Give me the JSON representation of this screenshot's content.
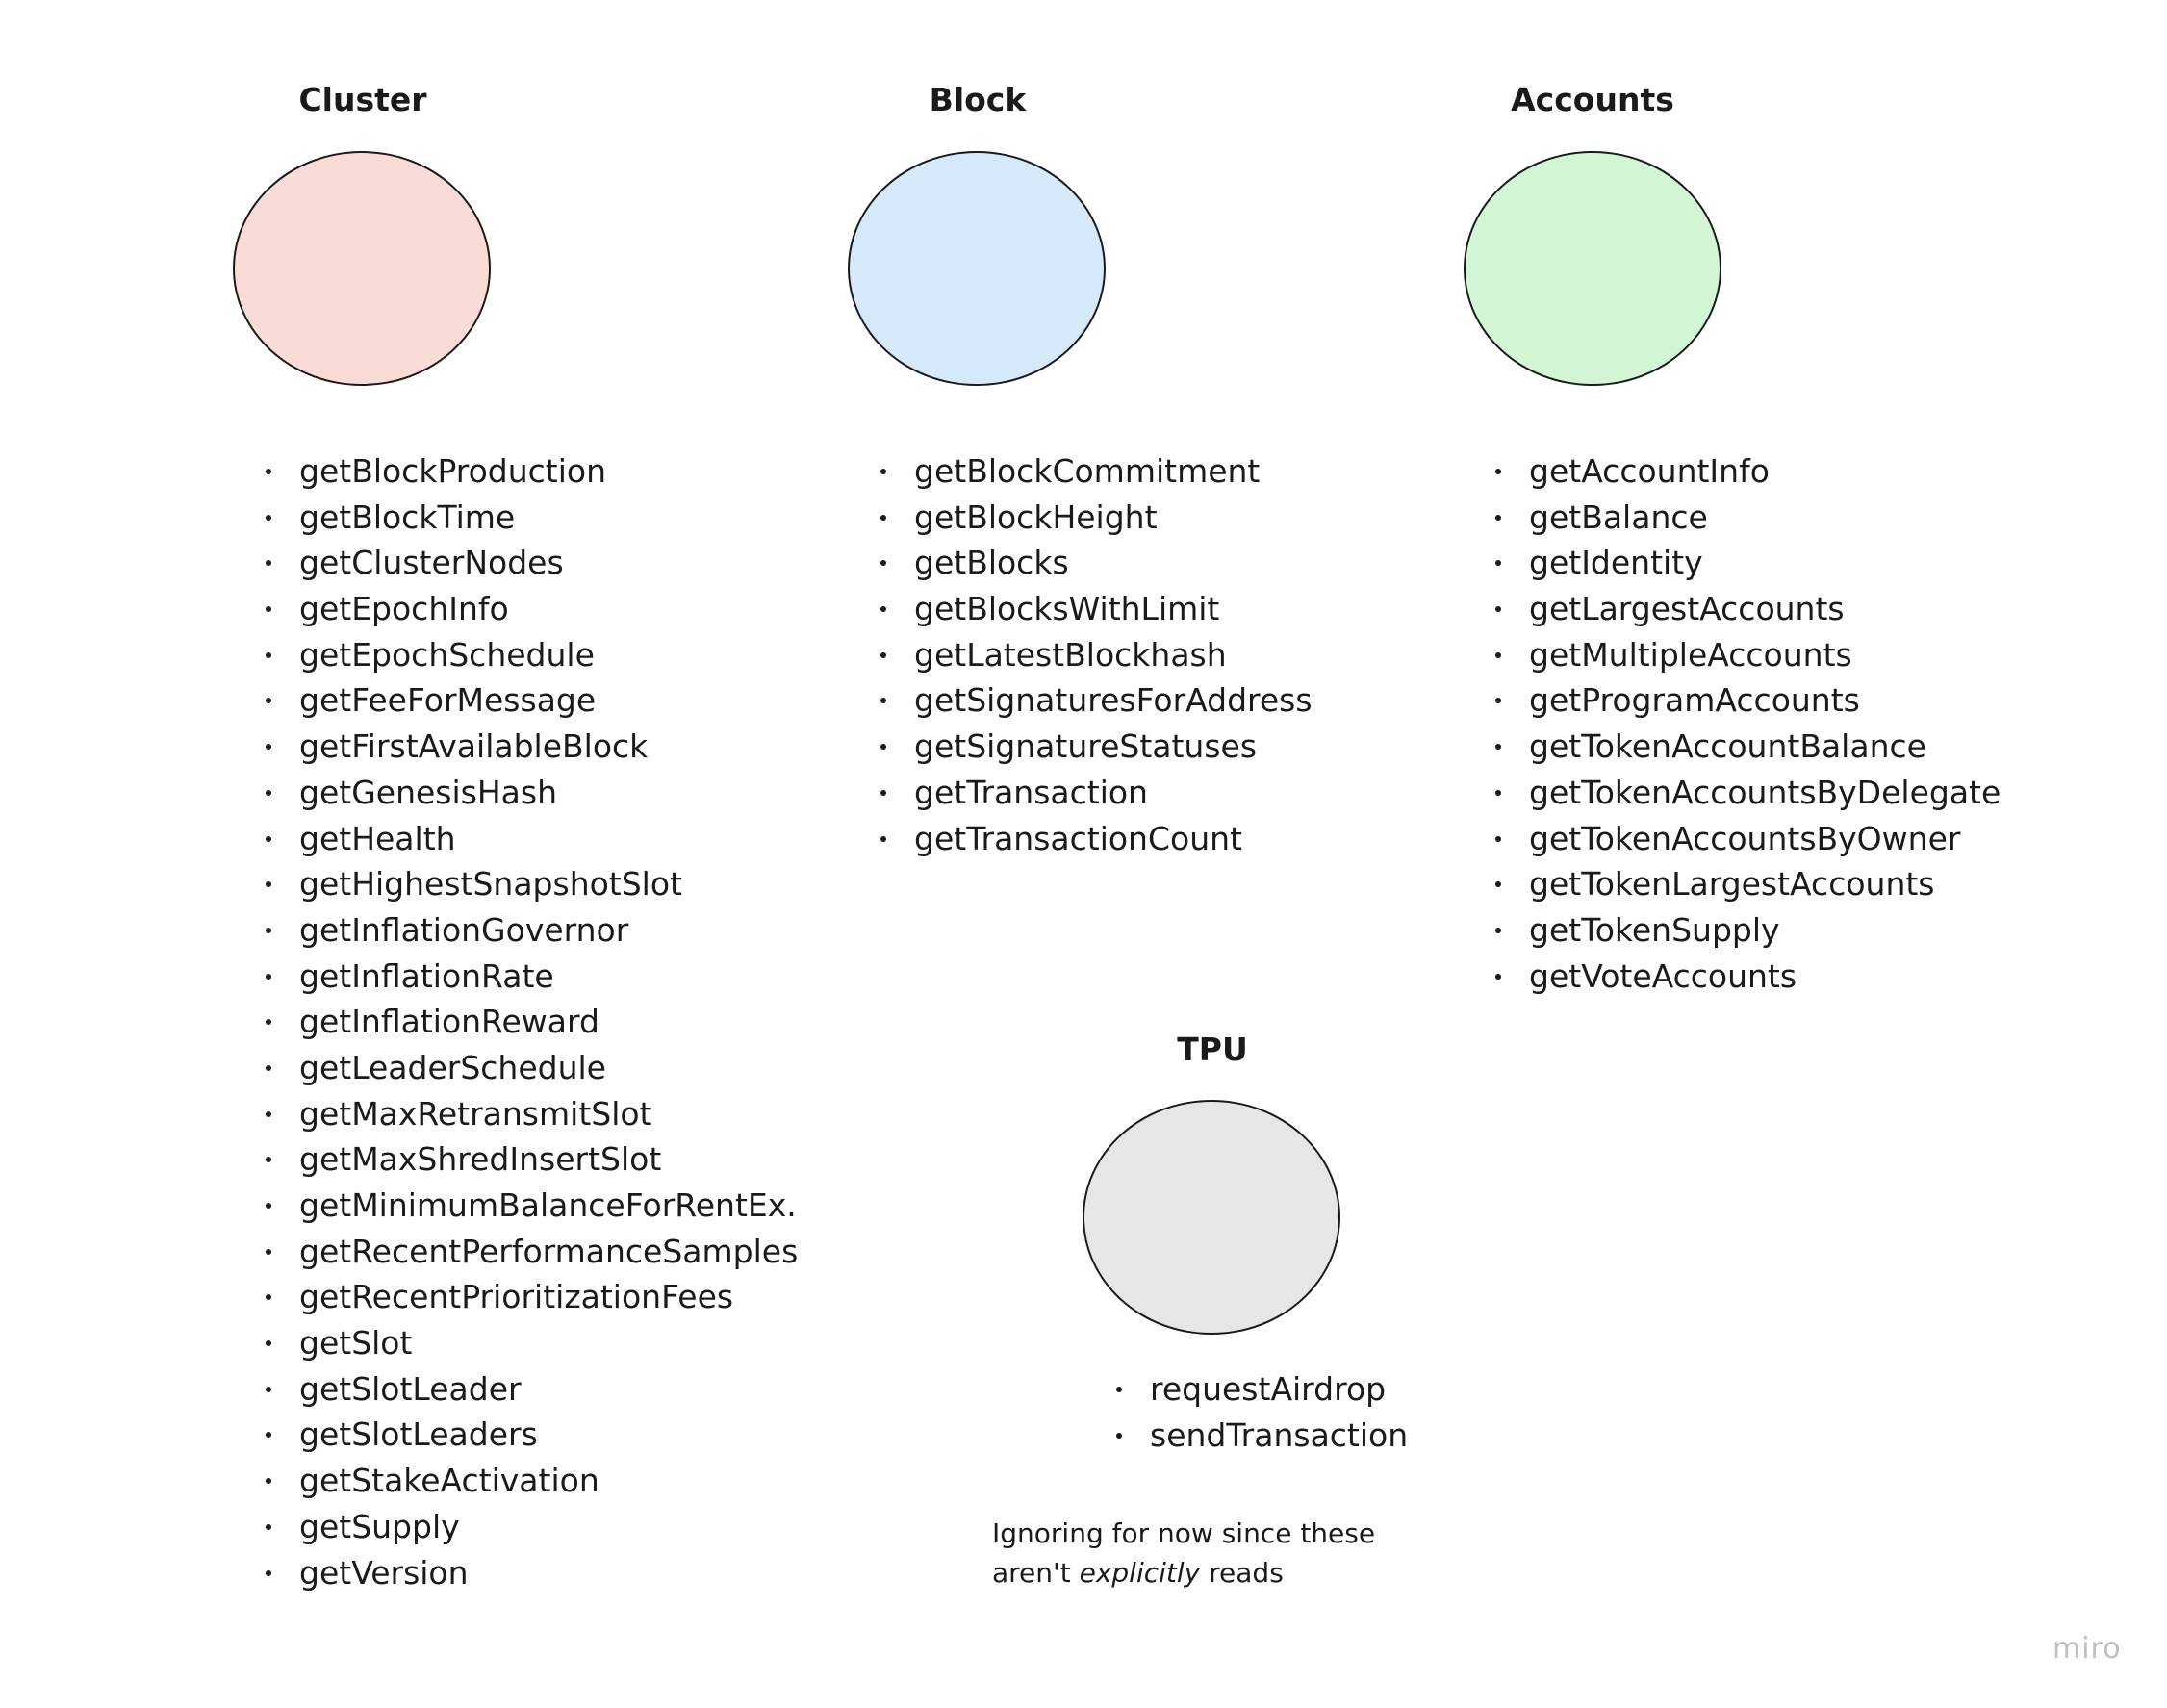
{
  "groups": {
    "cluster": {
      "title": "Cluster",
      "color": "#fadcd7",
      "methods": [
        "getBlockProduction",
        "getBlockTime",
        "getClusterNodes",
        "getEpochInfo",
        "getEpochSchedule",
        "getFeeForMessage",
        "getFirstAvailableBlock",
        "getGenesisHash",
        "getHealth",
        "getHighestSnapshotSlot",
        "getInflationGovernor",
        "getInflationRate",
        "getInflationReward",
        "getLeaderSchedule",
        "getMaxRetransmitSlot",
        "getMaxShredInsertSlot",
        "getMinimumBalanceForRentEx.",
        "getRecentPerformanceSamples",
        "getRecentPrioritizationFees",
        "getSlot",
        "getSlotLeader",
        "getSlotLeaders",
        "getStakeActivation",
        "getSupply",
        "getVersion"
      ]
    },
    "block": {
      "title": "Block",
      "color": "#d6e9fa",
      "methods": [
        "getBlockCommitment",
        "getBlockHeight",
        "getBlocks",
        "getBlocksWithLimit",
        "getLatestBlockhash",
        "getSignaturesForAddress",
        "getSignatureStatuses",
        "getTransaction",
        "getTransactionCount"
      ]
    },
    "accounts": {
      "title": "Accounts",
      "color": "#d2f5d6",
      "methods": [
        "getAccountInfo",
        "getBalance",
        "getIdentity",
        "getLargestAccounts",
        "getMultipleAccounts",
        "getProgramAccounts",
        "getTokenAccountBalance",
        "getTokenAccountsByDelegate",
        "getTokenAccountsByOwner",
        "getTokenLargestAccounts",
        "getTokenSupply",
        "getVoteAccounts"
      ]
    },
    "tpu": {
      "title": "TPU",
      "color": "#e6e6e6",
      "methods": [
        "requestAirdrop",
        "sendTransaction"
      ]
    }
  },
  "note": {
    "line1": "Ignoring for now since these",
    "line2_prefix": "aren't ",
    "line2_emphasis": "explicitly",
    "line2_suffix": " reads"
  },
  "watermark": "miro"
}
